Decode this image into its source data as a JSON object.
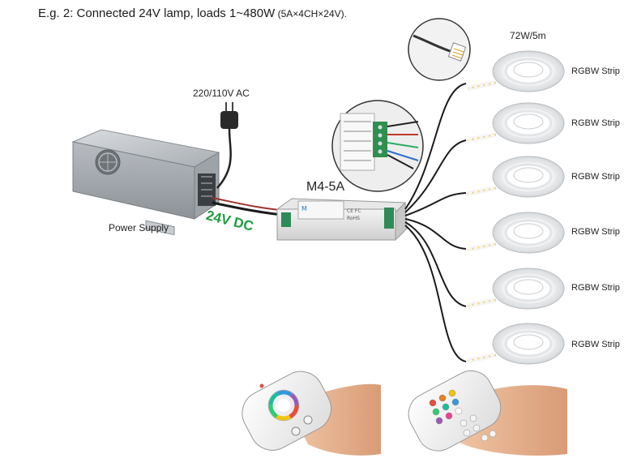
{
  "title": {
    "main": "E.g. 2: Connected 24V lamp, loads 1~480W",
    "sub": " (5A×4CH×24V)."
  },
  "labels": {
    "ac_input": "220/110V AC",
    "power_supply": "Power Supply",
    "dc_output": "24V DC",
    "controller": "M4-5A",
    "strip_spec": "72W/5m"
  },
  "strips": [
    {
      "label": "RGBW Strip"
    },
    {
      "label": "RGBW Strip"
    },
    {
      "label": "RGBW Strip"
    },
    {
      "label": "RGBW Strip"
    },
    {
      "label": "RGBW Strip"
    },
    {
      "label": "RGBW Strip"
    }
  ],
  "colors": {
    "dc_label": "#1e9c3c",
    "wire": "#1a1a1a"
  },
  "icons": [
    "power-supply-icon",
    "ac-plug-icon",
    "controller-icon",
    "connector-zoom-icon",
    "strip-connector-zoom-icon",
    "led-strip-reel-icon",
    "color-wheel-remote-icon",
    "button-remote-icon"
  ]
}
